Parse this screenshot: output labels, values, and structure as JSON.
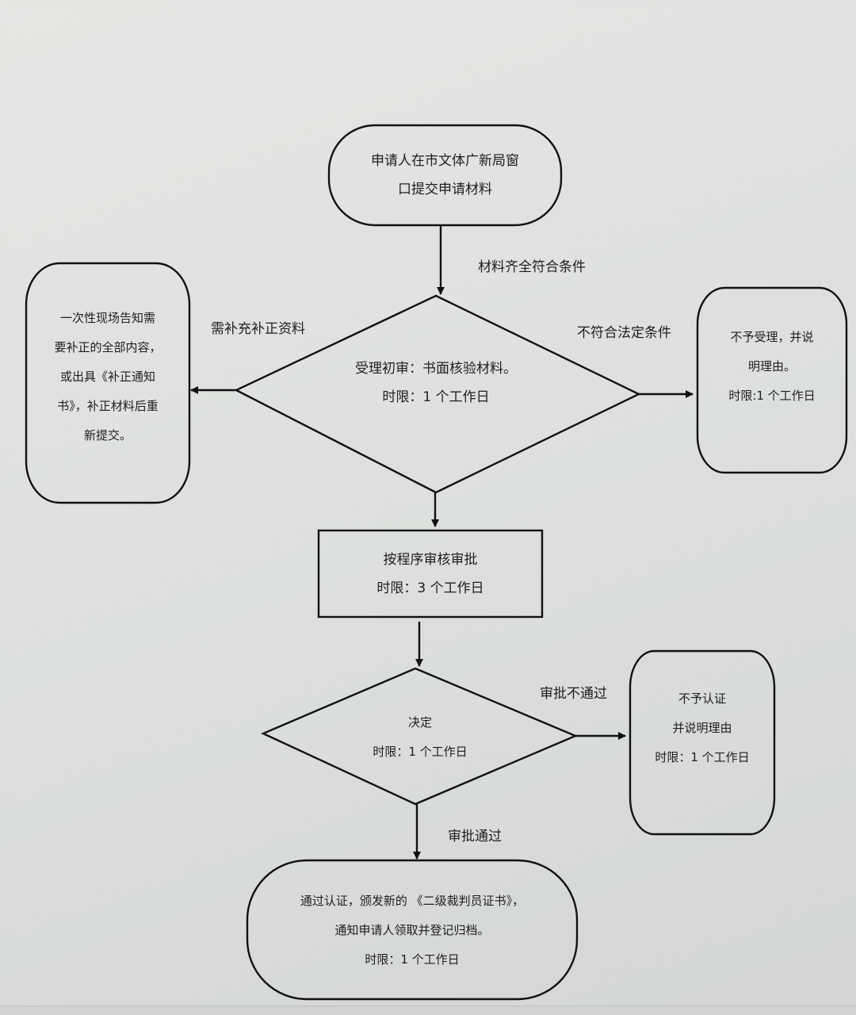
{
  "start": {
    "line1": "申请人在市文体广新局窗",
    "line2": "口提交申请材料"
  },
  "edges": {
    "complete": "材料齐全符合条件",
    "need_supplement": "需补充补正资料",
    "not_conform": "不符合法定条件",
    "rejected": "审批不通过",
    "approved": "审批通过"
  },
  "initial_review": {
    "line1": "受理初审：书面核验材料。",
    "line2": "时限：1 个工作日"
  },
  "supplement": {
    "line1": "一次性现场告知需",
    "line2": "要补正的全部内容，",
    "line3": "或出具《补正通知",
    "line4": "书》，补正材料后重",
    "line5": "新提交。"
  },
  "reject_accept": {
    "line1": "不予受理，并说",
    "line2": "明理由。",
    "line3": "时限:1 个工作日"
  },
  "review_approve": {
    "line1": "按程序审核审批",
    "line2": "时限：3 个工作日"
  },
  "decision": {
    "line1": "决定",
    "line2": "时限：1 个工作日"
  },
  "reject_cert": {
    "line1": "不予认证",
    "line2": "并说明理由",
    "line3": "时限：1 个工作日"
  },
  "issue": {
    "line1": "通过认证，颁发新的 《二级裁判员证书》，",
    "line2": "通知申请人领取并登记归档。",
    "line3": "时限：1 个工作日"
  }
}
